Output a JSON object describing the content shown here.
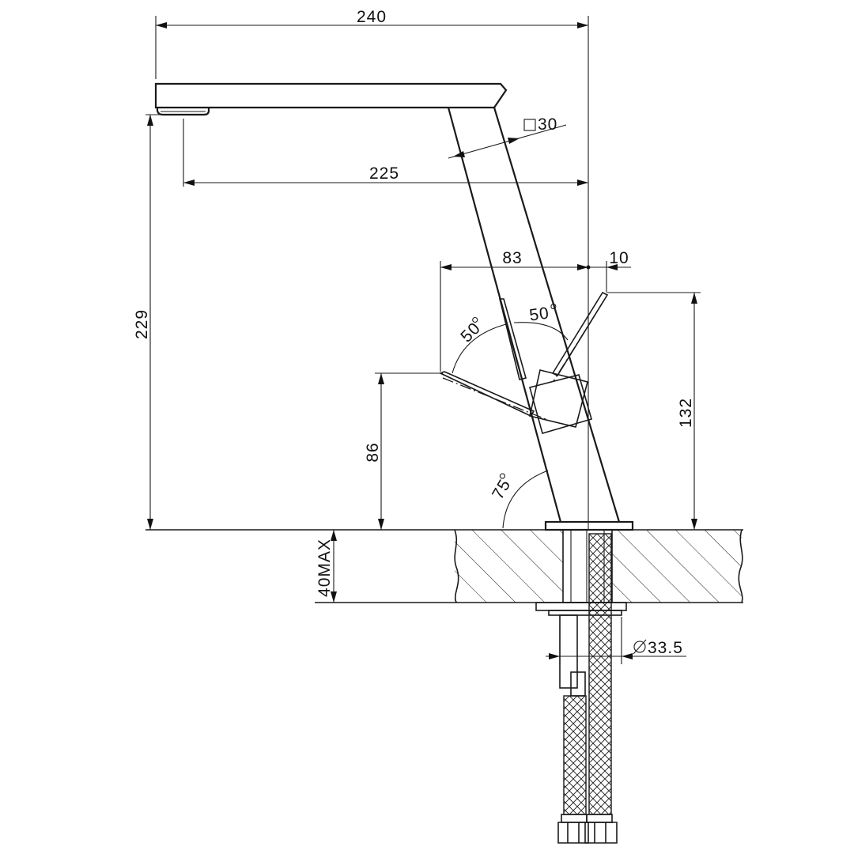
{
  "dimensions": {
    "overall_width": "240",
    "spout_reach": "225",
    "body_square": "30",
    "lever_offset": "83",
    "lever_small": "10",
    "total_height": "229",
    "lever_height_left": "86",
    "lever_height_right": "132",
    "deck_thickness": "40MAX",
    "hole_diameter": "33.5"
  },
  "angles": {
    "lever_left": "50",
    "lever_right": "50",
    "body_tilt": "75"
  },
  "symbols": {
    "square": "square-section-symbol",
    "diameter": "diameter-symbol"
  },
  "colors": {
    "line": "#1a1a1a",
    "background": "#ffffff"
  }
}
